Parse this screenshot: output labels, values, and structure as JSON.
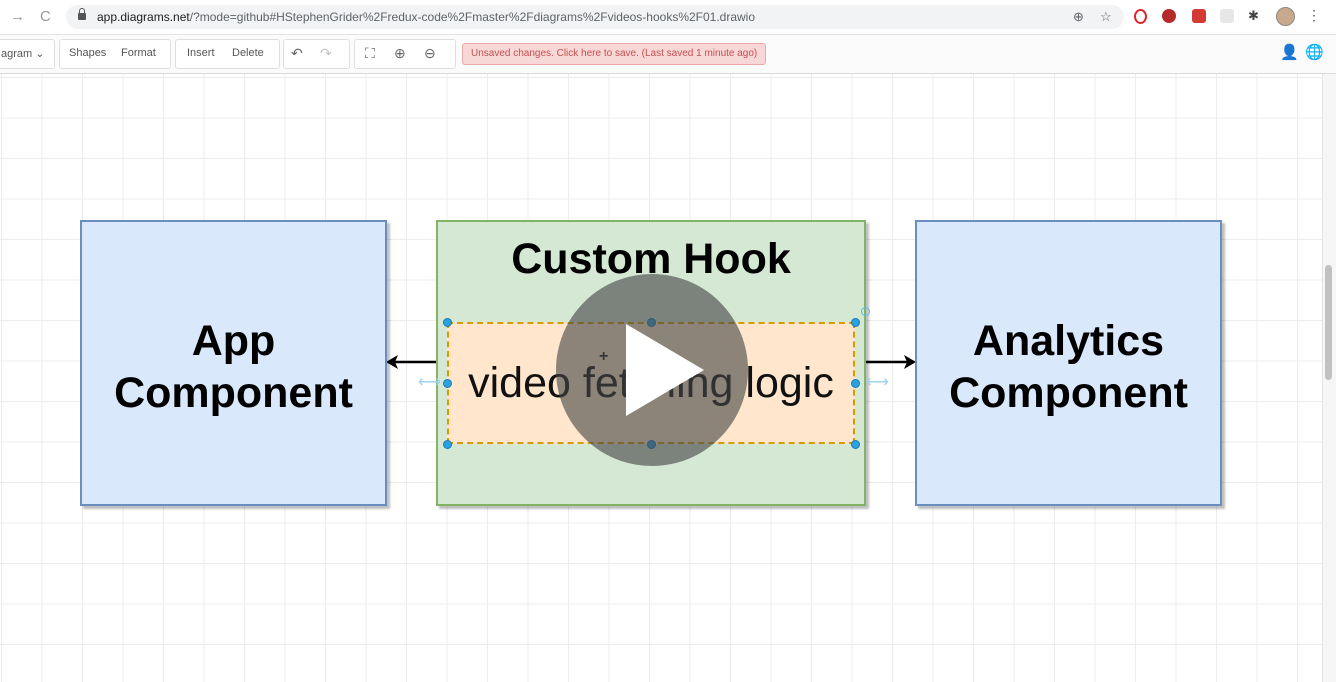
{
  "browser": {
    "url_host": "app.diagrams.net",
    "url_path": "/?mode=github#HStephenGrider%2Fredux-code%2Fmaster%2Fdiagrams%2Fvideos-hooks%2F01.drawio"
  },
  "toolbar": {
    "diagram_menu": "agram",
    "shapes": "Shapes",
    "format": "Format",
    "insert": "Insert",
    "delete": "Delete",
    "unsaved_message": "Unsaved changes. Click here to save. (Last saved 1 minute ago)"
  },
  "diagram": {
    "app_box": {
      "line1": "App",
      "line2": "Component",
      "fill": "#dae8fc",
      "stroke": "#6c8ebf"
    },
    "hook_box": {
      "title": "Custom Hook",
      "fill": "#d5e8d4",
      "stroke": "#82b366"
    },
    "logic_box": {
      "label": "video fetching logic",
      "fill": "#ffe6cc",
      "stroke": "#d79b00"
    },
    "analytics_box": {
      "line1": "Analytics",
      "line2": "Component",
      "fill": "#dae8fc",
      "stroke": "#6c8ebf"
    }
  },
  "icons": {
    "forward": "arrow-forward-icon",
    "reload": "reload-icon",
    "lock": "lock-icon",
    "play": "play-icon",
    "undo": "undo-icon",
    "redo": "redo-icon",
    "fullscreen": "fullscreen-icon",
    "zoom_in": "zoom-in-icon",
    "zoom_out": "zoom-out-icon"
  }
}
